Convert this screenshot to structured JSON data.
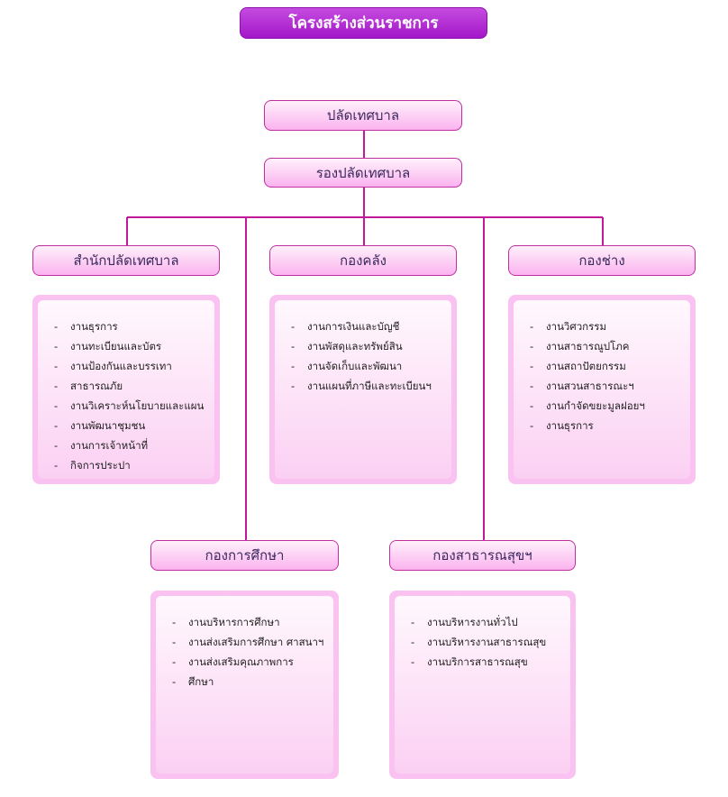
{
  "title": "โครงสร้างส่วนราชการ",
  "top": {
    "head": "ปลัดเทศบาล",
    "deputy": "รองปลัดเทศบาล"
  },
  "divisions": [
    {
      "name": "สำนักปลัดเทศบาล",
      "items": [
        "งานธุรการ",
        "งานทะเบียนและบัตร",
        "งานป้องกันและบรรเทา",
        "สาธารณภัย",
        "งานวิเคราะห์นโยบายและแผน",
        "งานพัฒนาชุมชน",
        "งานการเจ้าหน้าที่",
        "กิจการประปา"
      ]
    },
    {
      "name": "กองคลัง",
      "items": [
        "งานการเงินและบัญชี",
        "งานพัสดุและทรัพย์สิน",
        "งานจัดเก็บและพัฒนา",
        "งานแผนที่ภาษีและทะเบียนฯ"
      ]
    },
    {
      "name": "กองช่าง",
      "items": [
        "งานวิศวกรรม",
        "งานสาธารณูปโภค",
        "งานสถาปัตยกรรม",
        "งานสวนสาธารณะฯ",
        "งานกำจัดขยะมูลฝอยฯ",
        "งานธุรการ"
      ]
    },
    {
      "name": "กองการศึกษา",
      "items": [
        "งานบริหารการศึกษา",
        "งานส่งเสริมการศึกษา ศาสนาฯ",
        "งานส่งเสริมคุณภาพการ",
        "ศึกษา"
      ]
    },
    {
      "name": "กองสาธารณสุขฯ",
      "items": [
        "งานบริหารงานทั่วไป",
        "งานบริหารงานสาธารณสุข",
        "งานบริการสาธารณสุข"
      ]
    }
  ],
  "colors": {
    "connector": "#c2189a",
    "title_bg": "#a317c8",
    "node_border": "#c0309f",
    "node_text": "#3b2a5e"
  }
}
